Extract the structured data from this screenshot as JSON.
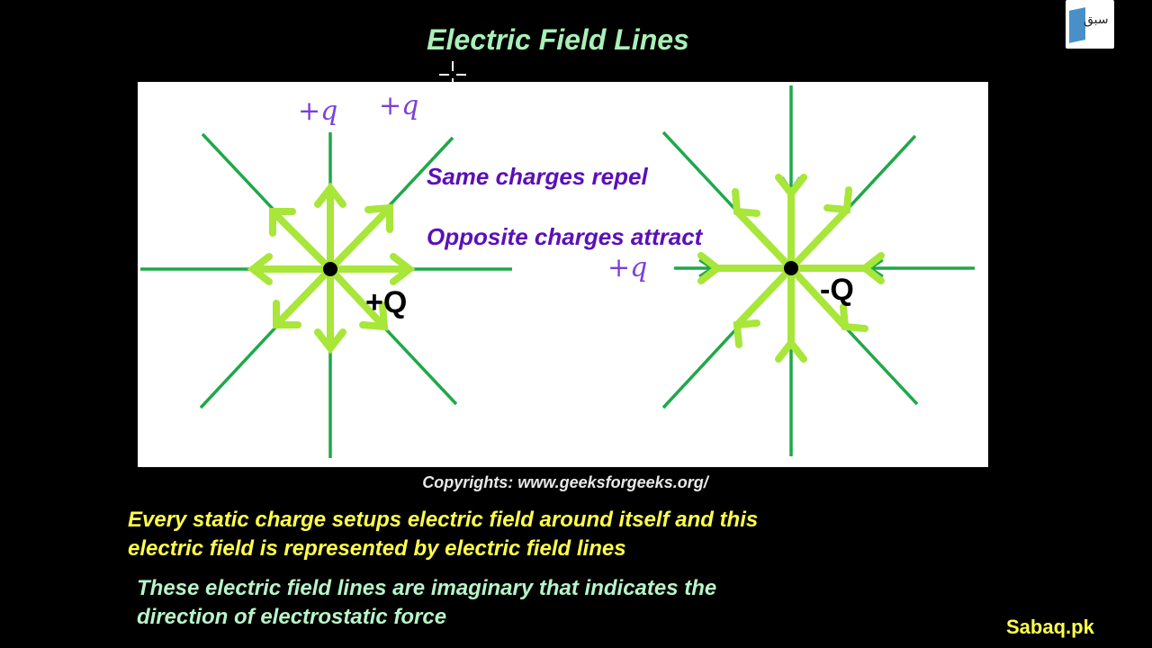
{
  "title": "Electric Field Lines",
  "diagram": {
    "labels": {
      "positive_charge": "+Q",
      "negative_charge": "-Q",
      "same_repel": "Same charges repel",
      "opposite_attract": "Opposite charges attract",
      "annotation_q1": "+q",
      "annotation_q2": "+q",
      "annotation_q3": "+q"
    },
    "colors": {
      "field_line": "#1fa84a",
      "arrow": "#a8e63a",
      "caption_text": "#5a10b8",
      "ink": "#7a40d8"
    }
  },
  "credit": "Copyrights: www.geeksforgeeks.org/",
  "paragraph1": {
    "line1": "Every static charge setups electric field around itself and this",
    "line2": "electric field is represented by electric field lines"
  },
  "paragraph2": {
    "line1": "These electric field lines are imaginary that indicates the",
    "line2": "direction of electrostatic force"
  },
  "brand": "Sabaq.pk",
  "logo": {
    "script": "سبق"
  }
}
